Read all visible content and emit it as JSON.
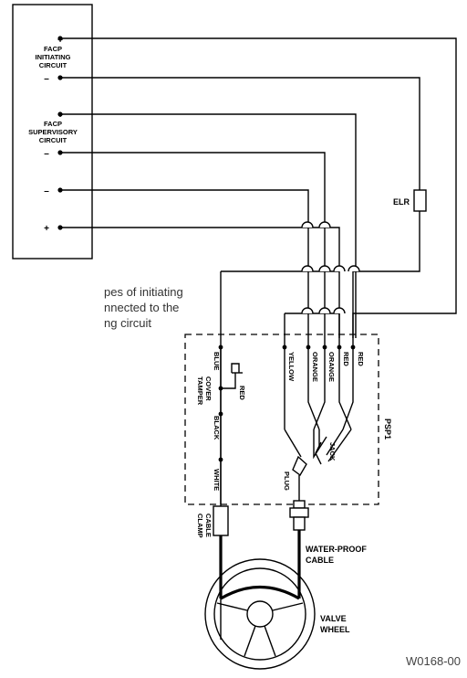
{
  "facp": {
    "initiating": {
      "plus": "+",
      "line1": "FACP",
      "line2": "INITIATING",
      "line3": "CIRCUIT",
      "minus": "–"
    },
    "supervisory": {
      "plus": "+",
      "line1": "FACP",
      "line2": "SUPERVISORY",
      "line3": "CIRCUIT",
      "minus": "–"
    },
    "extra_minus": "–",
    "extra_plus": "+"
  },
  "elr_label": "ELR",
  "note": {
    "line1": "pes of initiating",
    "line2": "nnected to the",
    "line3": "ng circuit"
  },
  "wires": {
    "blue": "BLUE",
    "yellow": "YELLOW",
    "orange1": "ORANGE",
    "orange2": "ORANGE",
    "red1": "RED",
    "red2": "RED",
    "black": "BLACK",
    "white": "WHITE",
    "red_switch": "RED"
  },
  "cover_tamper": {
    "line1": "COVER",
    "line2": "TAMPER"
  },
  "psp_label": "PSP1",
  "jack_label": "JACK",
  "plug_label": "PLUG",
  "cable_clamp": {
    "line1": "CABLE",
    "line2": "CLAMP"
  },
  "waterproof": {
    "line1": "WATER-PROOF",
    "line2": "CABLE"
  },
  "valve": {
    "line1": "VALVE",
    "line2": "WHEEL"
  },
  "figure_code": "W0168-00"
}
